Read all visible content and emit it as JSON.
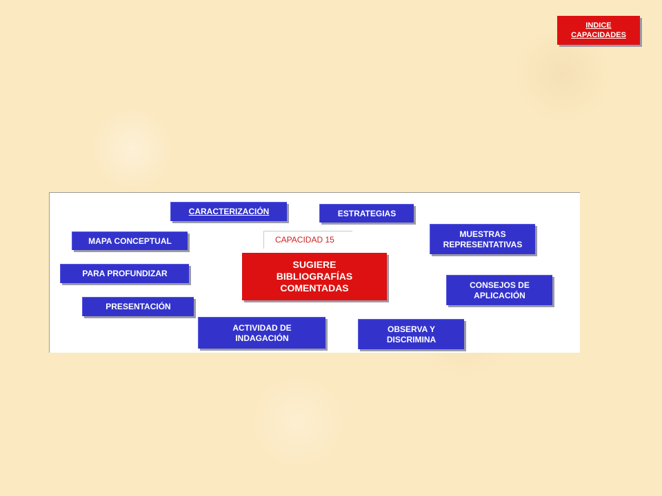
{
  "header": {
    "index_label_line1": "INDICE",
    "index_label_line2": "CAPACIDADES"
  },
  "capacity_tab": {
    "label": "CAPACIDAD  15"
  },
  "main_node": {
    "line1": "SUGIERE",
    "line2": "BIBLIOGRAFÍAS",
    "line3": "COMENTADAS"
  },
  "nodes": {
    "caracterizacion": "CARACTERIZACIÓN",
    "estrategias": "ESTRATEGIAS",
    "muestras_line1": "MUESTRAS",
    "muestras_line2": "REPRESENTATIVAS",
    "mapa_conceptual": "MAPA CONCEPTUAL",
    "para_profundizar": "PARA PROFUNDIZAR",
    "consejos_line1": "CONSEJOS DE",
    "consejos_line2": "APLICACIÓN",
    "presentacion": "PRESENTACIÓN",
    "actividad_line1": "ACTIVIDAD DE",
    "actividad_line2": "INDAGACIÓN",
    "observa_line1": "OBSERVA Y",
    "observa_line2": "DISCRIMINA"
  },
  "colors": {
    "background": "#fbe9c1",
    "node_blue": "#3333cc",
    "node_red": "#dd1111",
    "capacity_text": "#cc2222"
  }
}
